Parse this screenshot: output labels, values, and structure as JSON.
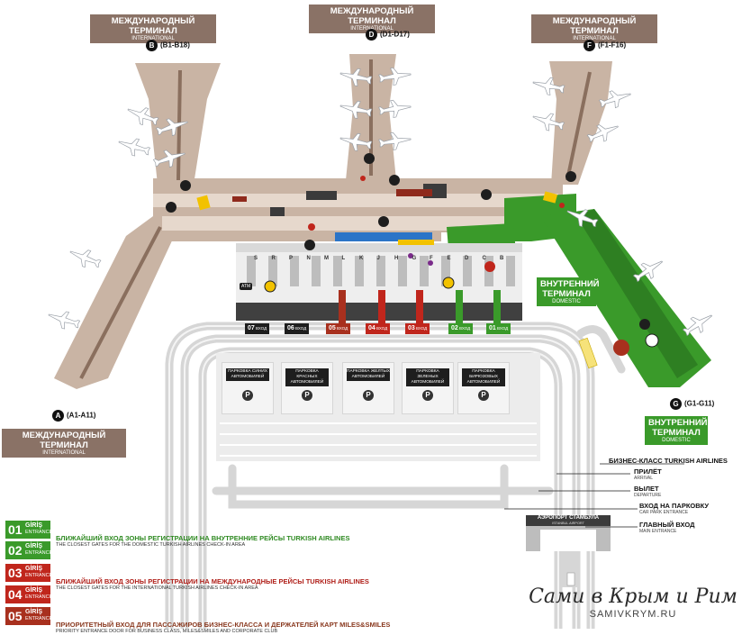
{
  "terminals": {
    "international_title": "МЕЖДУНАРОДНЫЙ ТЕРМИНАЛ",
    "international_sub": "INTERNATIONAL",
    "domestic_title_line1": "ВНУТРЕННИЙ",
    "domestic_title_line2": "ТЕРМИНАЛ",
    "domestic_sub": "DOMESTIC"
  },
  "piers": {
    "B": {
      "letter": "B",
      "range": "(B1-B18)"
    },
    "D": {
      "letter": "D",
      "range": "(D1-D17)"
    },
    "F": {
      "letter": "F",
      "range": "(F1-F16)"
    },
    "A": {
      "letter": "A",
      "range": "(A1-A11)"
    },
    "G": {
      "letter": "G",
      "range": "(G1-G11)"
    }
  },
  "exits": {
    "word": "ВХОД",
    "sub": "ENTRANCE",
    "items": [
      {
        "num": "07",
        "color": "#1e1e1e"
      },
      {
        "num": "06",
        "color": "#1e1e1e"
      },
      {
        "num": "05",
        "color": "#a8301e"
      },
      {
        "num": "04",
        "color": "#c0261c"
      },
      {
        "num": "03",
        "color": "#c0261c"
      },
      {
        "num": "02",
        "color": "#3a9a2a"
      },
      {
        "num": "01",
        "color": "#3a9a2a"
      }
    ]
  },
  "counters": [
    "S",
    "R",
    "P",
    "N",
    "M",
    "L",
    "K",
    "J",
    "H",
    "G",
    "F",
    "E",
    "D",
    "C",
    "B"
  ],
  "parking": [
    {
      "line1": "ПАРКОВКА СИНИХ",
      "line2": "АВТОМОБИЛЕЙ"
    },
    {
      "line1": "ПАРКОВКА КРАСНЫХ",
      "line2": "АВТОМОБИЛЕЙ"
    },
    {
      "line1": "ПАРКОВКА ЖЕЛТЫХ",
      "line2": "АВТОМОБИЛЕЙ"
    },
    {
      "line1": "ПАРКОВКА ЗЕЛЕНЫХ",
      "line2": "АВТОМОБИЛЕЙ"
    },
    {
      "line1": "ПАРКОВКА БИРЮЗОВЫХ",
      "line2": "АВТОМОБИЛЕЙ"
    }
  ],
  "parking_icon": "P",
  "atm": "ATM",
  "right_labels": [
    {
      "title": "БИЗНЕС-КЛАСС TURKISH AIRLINES",
      "sub": ""
    },
    {
      "title": "ПРИЛЁТ",
      "sub": "ARRIVAL"
    },
    {
      "title": "ВЫЛЕТ",
      "sub": "DEPARTURE"
    },
    {
      "title": "ВХОД НА ПАРКОВКУ",
      "sub": "CAR PARK ENTRANCE"
    },
    {
      "title": "ГЛАВНЫЙ ВХОД",
      "sub": "MAIN ENTRANCE"
    }
  ],
  "airport_sign": {
    "title": "АЭРОПОРТ СТАМБУЛА",
    "sub": "ISTANBUL AIRPORT"
  },
  "legend": {
    "word": "GİRİŞ",
    "sub": "ENTRANCE",
    "items": [
      {
        "num": "01",
        "color": "#3a9a2a",
        "text_color": "#2f8a22",
        "title": "БЛИЖАЙШИЙ ВХОД ЗОНЫ РЕГИСТРАЦИИ НА ВНУТРЕННИЕ РЕЙСЫ TURKISH AIRLINES",
        "sub": "THE CLOSEST GATES FOR THE DOMESTIC TURKISH AIRLINES CHECK-IN AREA"
      },
      {
        "num": "02",
        "color": "#3a9a2a"
      },
      {
        "num": "03",
        "color": "#c0261c",
        "text_color": "#b0201a",
        "title": "БЛИЖАЙШИЙ ВХОД ЗОНЫ РЕГИСТРАЦИИ НА МЕЖДУНАРОДНЫЕ РЕЙСЫ TURKISH AIRLINES",
        "sub": "THE CLOSEST GATES FOR THE INTERNATIONAL TURKISH AIRLINES CHECK-IN AREA"
      },
      {
        "num": "04",
        "color": "#c0261c"
      },
      {
        "num": "05",
        "color": "#a8301e",
        "text_color": "#8a3a20",
        "title": "ПРИОРИТЕТНЫЙ ВХОД ДЛЯ ПАССАЖИРОВ БИЗНЕС-КЛАССА И ДЕРЖАТЕЛЕЙ КАРТ MILES&SMILES",
        "sub": "PRIORITY ENTRANCE DOOR FOR BUSINESS CLASS, MILES&SMILES AND CORPORATE CLUB"
      }
    ]
  },
  "watermark": {
    "title": "Сами в Крым и Рим",
    "url": "SAMIVKRYM.RU"
  },
  "colors": {
    "international": "#c9b4a4",
    "domestic": "#3a9a2a",
    "label_bg": "#8a7266",
    "road": "#d4d4d4"
  }
}
